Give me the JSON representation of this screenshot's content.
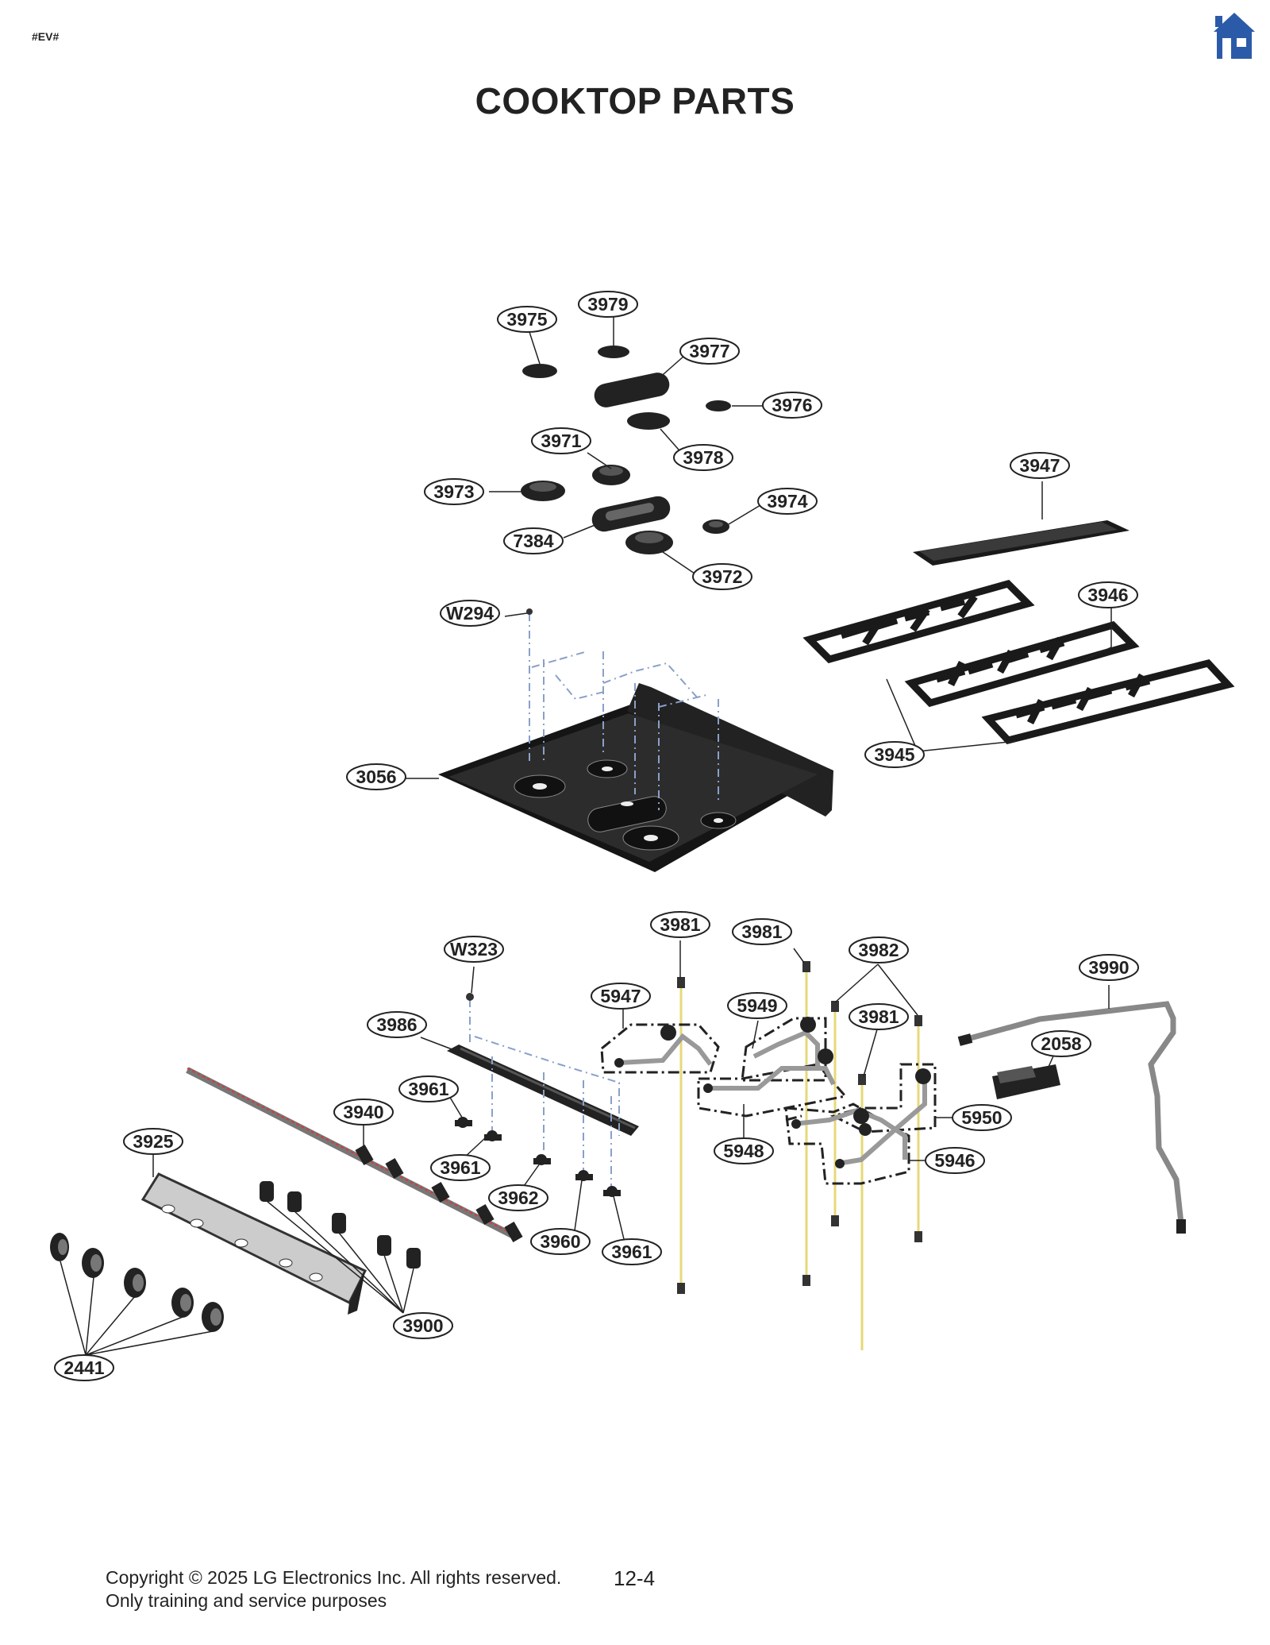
{
  "header": {
    "doc_tag": "#EV#",
    "title": "COOKTOP PARTS",
    "home_icon": "home-icon"
  },
  "footer": {
    "copyright": "Copyright © 2025 LG Electronics Inc. All rights reserved.",
    "notice": "Only training and service purposes",
    "page_number": "12-4"
  },
  "colors": {
    "home_icon": "#2b5ba8",
    "callout_stroke": "#222222",
    "feed_tube": "#e6d97a",
    "wire_red": "#d23b3b",
    "dash_line": "#8aa0c8"
  },
  "callouts": [
    {
      "name": "callout-3975",
      "label": "3975"
    },
    {
      "name": "callout-3979",
      "label": "3979"
    },
    {
      "name": "callout-3977",
      "label": "3977"
    },
    {
      "name": "callout-3976",
      "label": "3976"
    },
    {
      "name": "callout-3971",
      "label": "3971"
    },
    {
      "name": "callout-3978",
      "label": "3978"
    },
    {
      "name": "callout-3973",
      "label": "3973"
    },
    {
      "name": "callout-3974",
      "label": "3974"
    },
    {
      "name": "callout-7384",
      "label": "7384"
    },
    {
      "name": "callout-3972",
      "label": "3972"
    },
    {
      "name": "callout-3947",
      "label": "3947"
    },
    {
      "name": "callout-3946",
      "label": "3946"
    },
    {
      "name": "callout-w294",
      "label": "W294"
    },
    {
      "name": "callout-3056",
      "label": "3056"
    },
    {
      "name": "callout-3945",
      "label": "3945"
    },
    {
      "name": "callout-3981-a",
      "label": "3981"
    },
    {
      "name": "callout-3981-b",
      "label": "3981"
    },
    {
      "name": "callout-3982",
      "label": "3982"
    },
    {
      "name": "callout-3990",
      "label": "3990"
    },
    {
      "name": "callout-w323",
      "label": "W323"
    },
    {
      "name": "callout-5947",
      "label": "5947"
    },
    {
      "name": "callout-5949",
      "label": "5949"
    },
    {
      "name": "callout-3981-c",
      "label": "3981"
    },
    {
      "name": "callout-2058",
      "label": "2058"
    },
    {
      "name": "callout-3986",
      "label": "3986"
    },
    {
      "name": "callout-3961-a",
      "label": "3961"
    },
    {
      "name": "callout-3940",
      "label": "3940"
    },
    {
      "name": "callout-5950",
      "label": "5950"
    },
    {
      "name": "callout-3925",
      "label": "3925"
    },
    {
      "name": "callout-3961-b",
      "label": "3961"
    },
    {
      "name": "callout-5948",
      "label": "5948"
    },
    {
      "name": "callout-5946",
      "label": "5946"
    },
    {
      "name": "callout-3962",
      "label": "3962"
    },
    {
      "name": "callout-3960",
      "label": "3960"
    },
    {
      "name": "callout-3961-c",
      "label": "3961"
    },
    {
      "name": "callout-3900",
      "label": "3900"
    },
    {
      "name": "callout-2441",
      "label": "2441"
    }
  ]
}
